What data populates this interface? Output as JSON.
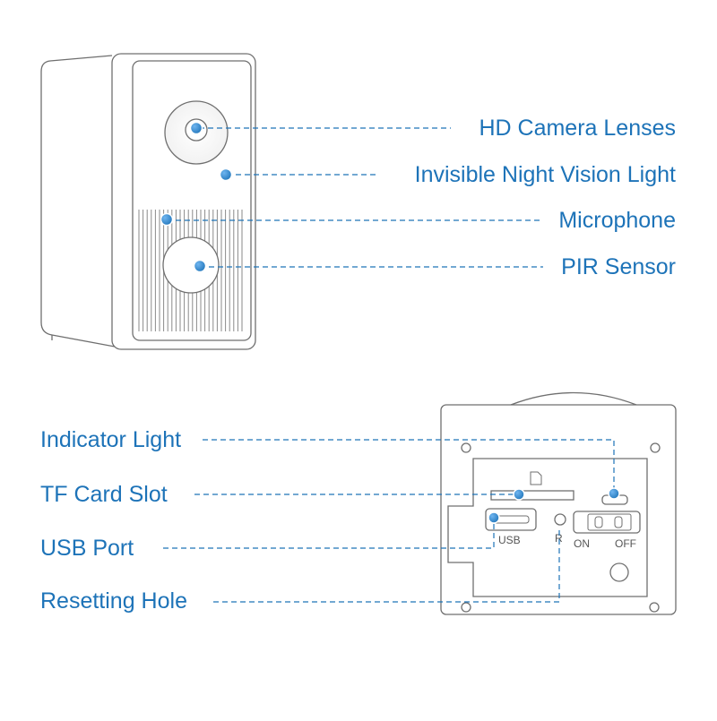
{
  "front_view": {
    "callouts": [
      {
        "id": "camera",
        "label": "HD Camera Lenses"
      },
      {
        "id": "night",
        "label": "Invisible Night Vision Light"
      },
      {
        "id": "mic",
        "label": "Microphone"
      },
      {
        "id": "pir",
        "label": "PIR Sensor"
      }
    ]
  },
  "back_view": {
    "callouts": [
      {
        "id": "indicator",
        "label": "Indicator Light"
      },
      {
        "id": "tf",
        "label": "TF Card Slot"
      },
      {
        "id": "usb",
        "label": "USB Port"
      },
      {
        "id": "reset",
        "label": "Resetting Hole"
      }
    ],
    "markings": {
      "usb": "USB",
      "reset": "R",
      "switch_on": "ON",
      "switch_off": "OFF"
    }
  },
  "colors": {
    "accent": "#1d73b8",
    "outline": "#6f6f6f"
  }
}
